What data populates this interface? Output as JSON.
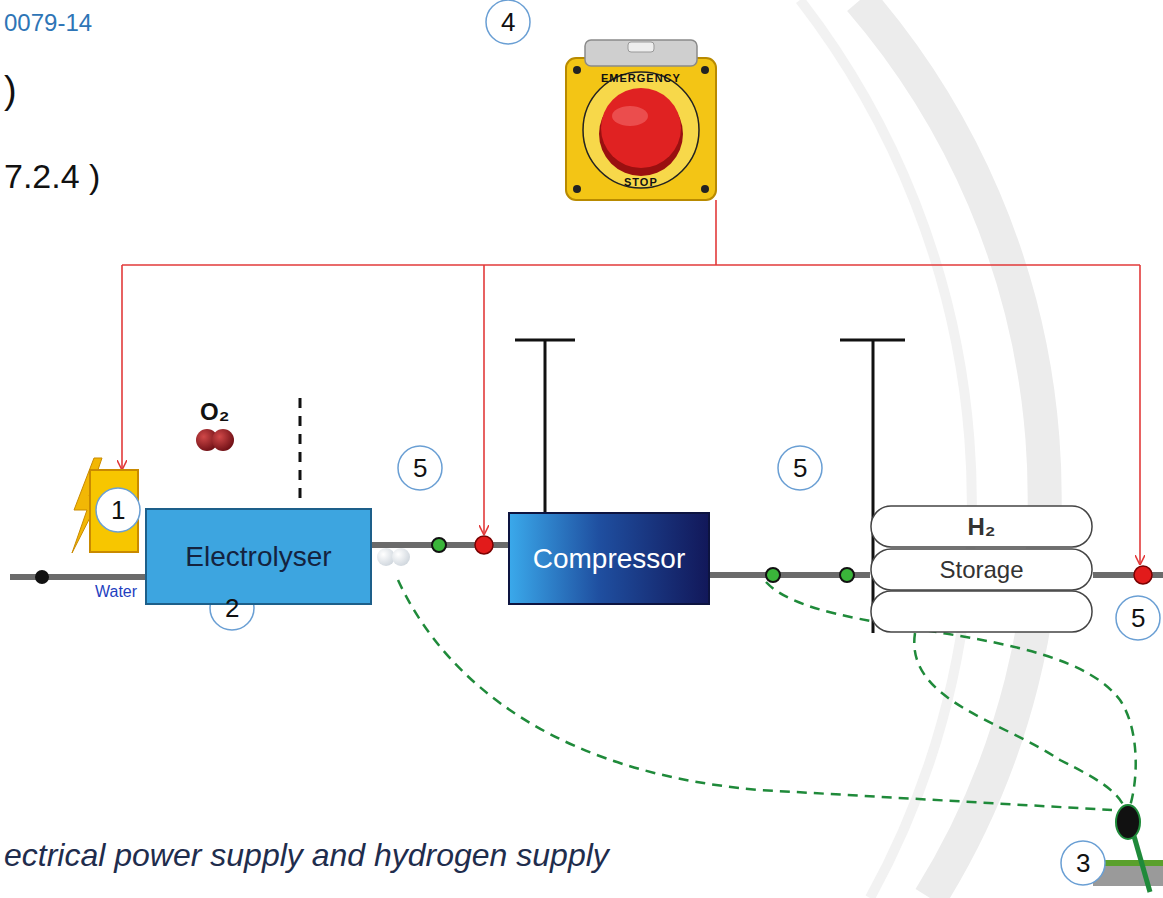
{
  "diagram": {
    "nodes": [
      {
        "text": [
          "Electrolyser"
        ]
      },
      {
        "text": [
          "Compressor"
        ]
      },
      {
        "text": [
          "H₂",
          "Storage"
        ]
      }
    ],
    "edges": [
      {
        "from": 0,
        "to": 1,
        "arrow": "none"
      },
      {
        "from": 1,
        "to": 2,
        "arrow": "none"
      }
    ],
    "labels": [
      "0079-14",
      ")",
      "7.2.4 )",
      "4",
      "EMERGENCY",
      "STOP",
      "O₂",
      "1",
      "5",
      "5",
      "5",
      "Water",
      "2",
      "3",
      "ectrical power supply and hydrogen supply"
    ]
  }
}
